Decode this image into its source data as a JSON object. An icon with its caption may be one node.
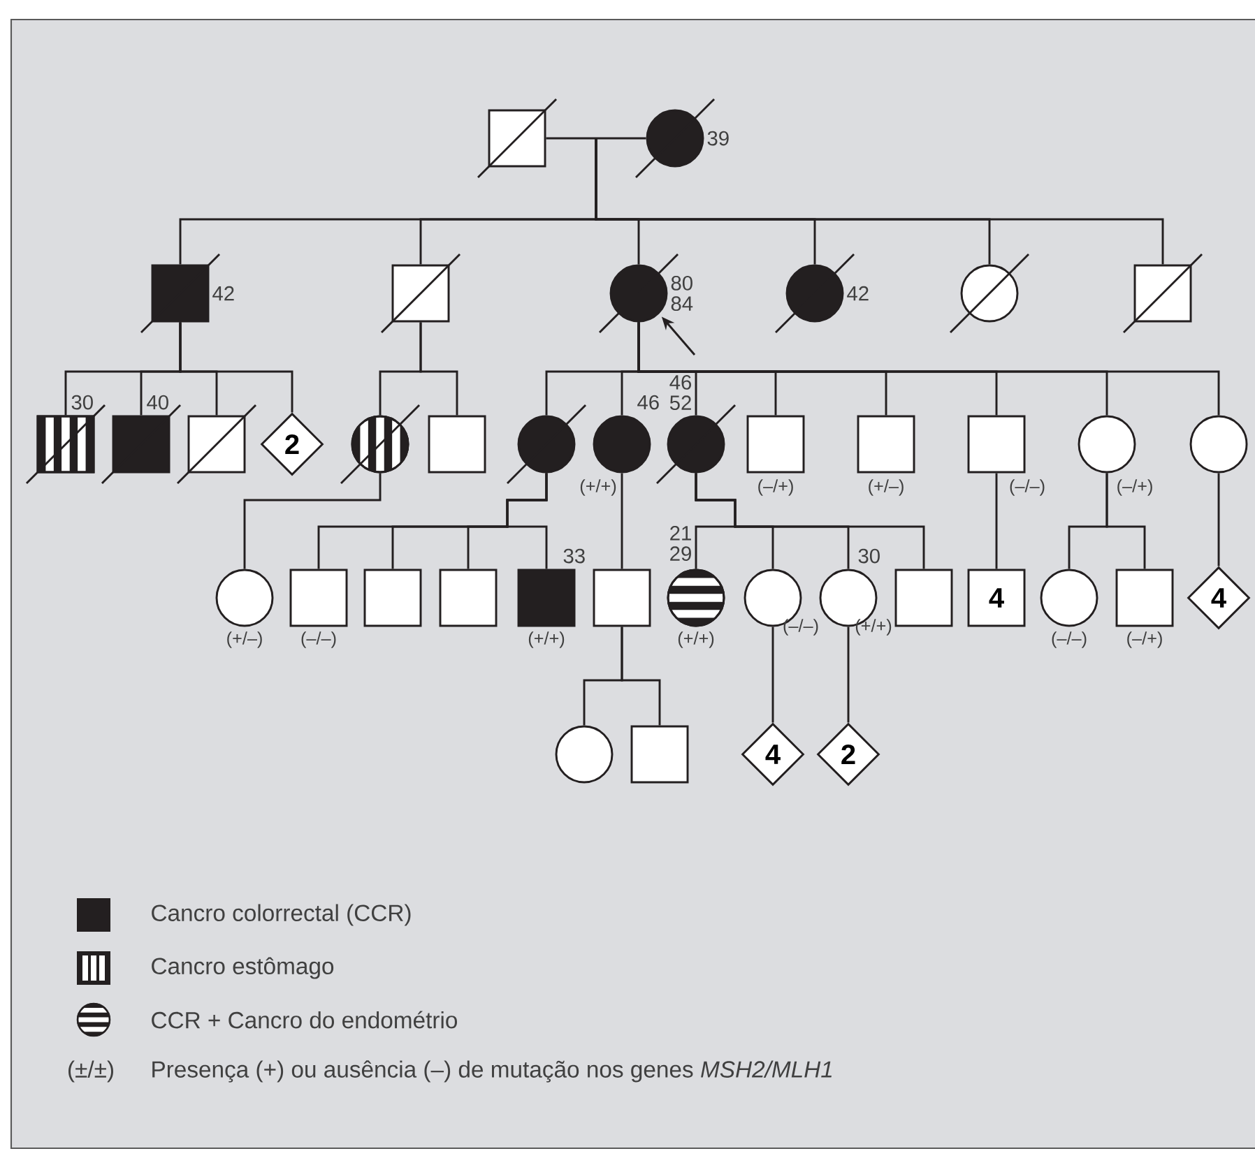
{
  "diagram": {
    "nodes": [
      {
        "text": [],
        "shape": "box"
      },
      {
        "text": [],
        "shape": "circle",
        "beside": [
          "39"
        ]
      },
      {
        "text": [],
        "shape": "box",
        "beside": [
          "42"
        ]
      },
      {
        "text": [],
        "shape": "box"
      },
      {
        "text": [],
        "shape": "circle",
        "beside": [
          "80 84"
        ]
      },
      {
        "text": [],
        "shape": "circle",
        "beside": [
          "42"
        ]
      },
      {
        "text": [],
        "shape": "circle"
      },
      {
        "text": [],
        "shape": "box"
      },
      {
        "text": [],
        "shape": "box",
        "beside": [
          "30"
        ]
      },
      {
        "text": [],
        "shape": "box",
        "beside": [
          "40"
        ]
      },
      {
        "text": [],
        "shape": "box"
      },
      {
        "text": [
          "2"
        ]
      },
      {
        "text": [],
        "shape": "circle"
      },
      {
        "text": [],
        "shape": "box"
      },
      {
        "text": [],
        "shape": "circle"
      },
      {
        "text": [],
        "shape": "circle",
        "beside": [
          "46",
          "(+/+)"
        ]
      },
      {
        "text": [],
        "shape": "circle",
        "beside": [
          "46 52"
        ]
      },
      {
        "text": [],
        "shape": "box",
        "beside": [
          "(–/+)"
        ]
      },
      {
        "text": [],
        "shape": "box",
        "beside": [
          "(+/–)"
        ]
      },
      {
        "text": [],
        "shape": "box",
        "beside": [
          "(–/–)"
        ]
      },
      {
        "text": [],
        "shape": "circle",
        "beside": [
          "(–/+)"
        ]
      },
      {
        "text": [],
        "shape": "circle"
      },
      {
        "text": [],
        "shape": "circle",
        "beside": [
          "(+/–)"
        ]
      },
      {
        "text": [],
        "shape": "box",
        "beside": [
          "(–/–)"
        ]
      },
      {
        "text": [],
        "shape": "box"
      },
      {
        "text": [],
        "shape": "box"
      },
      {
        "text": [],
        "shape": "box",
        "beside": [
          "33",
          "(+/+)"
        ]
      },
      {
        "text": [],
        "shape": "box"
      },
      {
        "text": [],
        "shape": "circle",
        "beside": [
          "21 29",
          "(+/+)"
        ]
      },
      {
        "text": [],
        "shape": "circle",
        "beside": [
          "(–/–)"
        ]
      },
      {
        "text": [],
        "shape": "circle",
        "beside": [
          "30",
          "(+/+)"
        ]
      },
      {
        "text": [],
        "shape": "box"
      },
      {
        "text": [
          "4"
        ]
      },
      {
        "text": [],
        "shape": "circle",
        "beside": [
          "(–/–)"
        ]
      },
      {
        "text": [],
        "shape": "box",
        "beside": [
          "(–/+)"
        ]
      },
      {
        "text": [
          "4"
        ]
      },
      {
        "text": [],
        "shape": "circle"
      },
      {
        "text": [],
        "shape": "box"
      },
      {
        "text": [
          "4"
        ]
      },
      {
        "text": [
          "2"
        ]
      }
    ],
    "edges": [
      {
        "from": 0,
        "to": 1,
        "arrow": "none"
      },
      {
        "from": 0,
        "to": 2,
        "arrow": "none"
      },
      {
        "from": 0,
        "to": 3,
        "arrow": "none"
      },
      {
        "from": 0,
        "to": 4,
        "arrow": "none"
      },
      {
        "from": 0,
        "to": 5,
        "arrow": "none"
      },
      {
        "from": 0,
        "to": 6,
        "arrow": "none"
      },
      {
        "from": 0,
        "to": 7,
        "arrow": "none"
      },
      {
        "from": 2,
        "to": 8,
        "arrow": "none"
      },
      {
        "from": 2,
        "to": 9,
        "arrow": "none"
      },
      {
        "from": 2,
        "to": 10,
        "arrow": "none"
      },
      {
        "from": 2,
        "to": 11,
        "arrow": "none"
      },
      {
        "from": 3,
        "to": 12,
        "arrow": "none"
      },
      {
        "from": 3,
        "to": 13,
        "arrow": "none"
      },
      {
        "from": 4,
        "to": 14,
        "arrow": "none"
      },
      {
        "from": 4,
        "to": 15,
        "arrow": "none"
      },
      {
        "from": 4,
        "to": 16,
        "arrow": "none"
      },
      {
        "from": 4,
        "to": 17,
        "arrow": "none"
      },
      {
        "from": 4,
        "to": 18,
        "arrow": "none"
      },
      {
        "from": 4,
        "to": 19,
        "arrow": "none"
      },
      {
        "from": 4,
        "to": 20,
        "arrow": "none"
      },
      {
        "from": 4,
        "to": 21,
        "arrow": "none"
      },
      {
        "from": 12,
        "to": 22,
        "arrow": "none"
      },
      {
        "from": 14,
        "to": 23,
        "arrow": "none"
      },
      {
        "from": 14,
        "to": 24,
        "arrow": "none"
      },
      {
        "from": 14,
        "to": 25,
        "arrow": "none"
      },
      {
        "from": 14,
        "to": 26,
        "arrow": "none"
      },
      {
        "from": 15,
        "to": 27,
        "arrow": "none"
      },
      {
        "from": 16,
        "to": 28,
        "arrow": "none"
      },
      {
        "from": 16,
        "to": 29,
        "arrow": "none"
      },
      {
        "from": 16,
        "to": 30,
        "arrow": "none"
      },
      {
        "from": 16,
        "to": 31,
        "arrow": "none"
      },
      {
        "from": 19,
        "to": 32,
        "arrow": "none"
      },
      {
        "from": 20,
        "to": 33,
        "arrow": "none"
      },
      {
        "from": 20,
        "to": 34,
        "arrow": "none"
      },
      {
        "from": 21,
        "to": 35,
        "arrow": "none"
      },
      {
        "from": 27,
        "to": 36,
        "arrow": "none"
      },
      {
        "from": 27,
        "to": 37,
        "arrow": "none"
      },
      {
        "from": 29,
        "to": 38,
        "arrow": "none"
      },
      {
        "from": 30,
        "to": 39,
        "arrow": "none"
      },
      {
        "from": null,
        "to": 4,
        "arrow": "to"
      }
    ],
    "labels": [
      "(±/±)"
    ],
    "legend": [
      {
        "text": "Cancro colorrectal (CCR)",
        "color": "#231f20"
      },
      {
        "text": "Cancro estômago"
      },
      {
        "text": "CCR + Cancro do endométrio"
      },
      {
        "text": "Presença (+) ou ausência (–) de mutação nos genes *MSH2/MLH1*"
      }
    ]
  }
}
